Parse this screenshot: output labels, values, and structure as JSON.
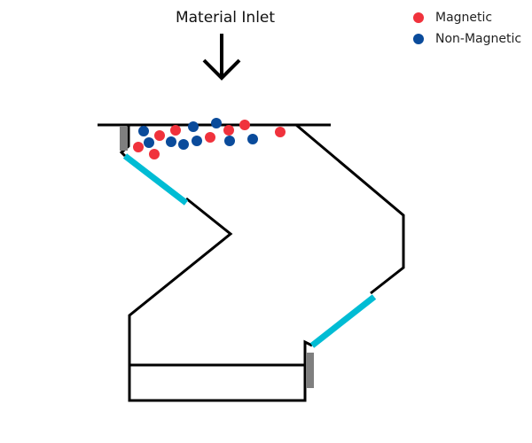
{
  "inlet": {
    "label": "Material Inlet",
    "icon": "down-arrow-icon"
  },
  "legend": {
    "items": [
      {
        "label": "Magnetic",
        "color": "#f0323c"
      },
      {
        "label": "Non-Magnetic",
        "color": "#0a4b9b"
      }
    ]
  },
  "colors": {
    "outline": "#000000",
    "magnetic_particle": "#f0323c",
    "non_magnetic_particle": "#0a4b9b",
    "belt": "#00bcd4",
    "magnet_block": "#7f7f7f"
  }
}
